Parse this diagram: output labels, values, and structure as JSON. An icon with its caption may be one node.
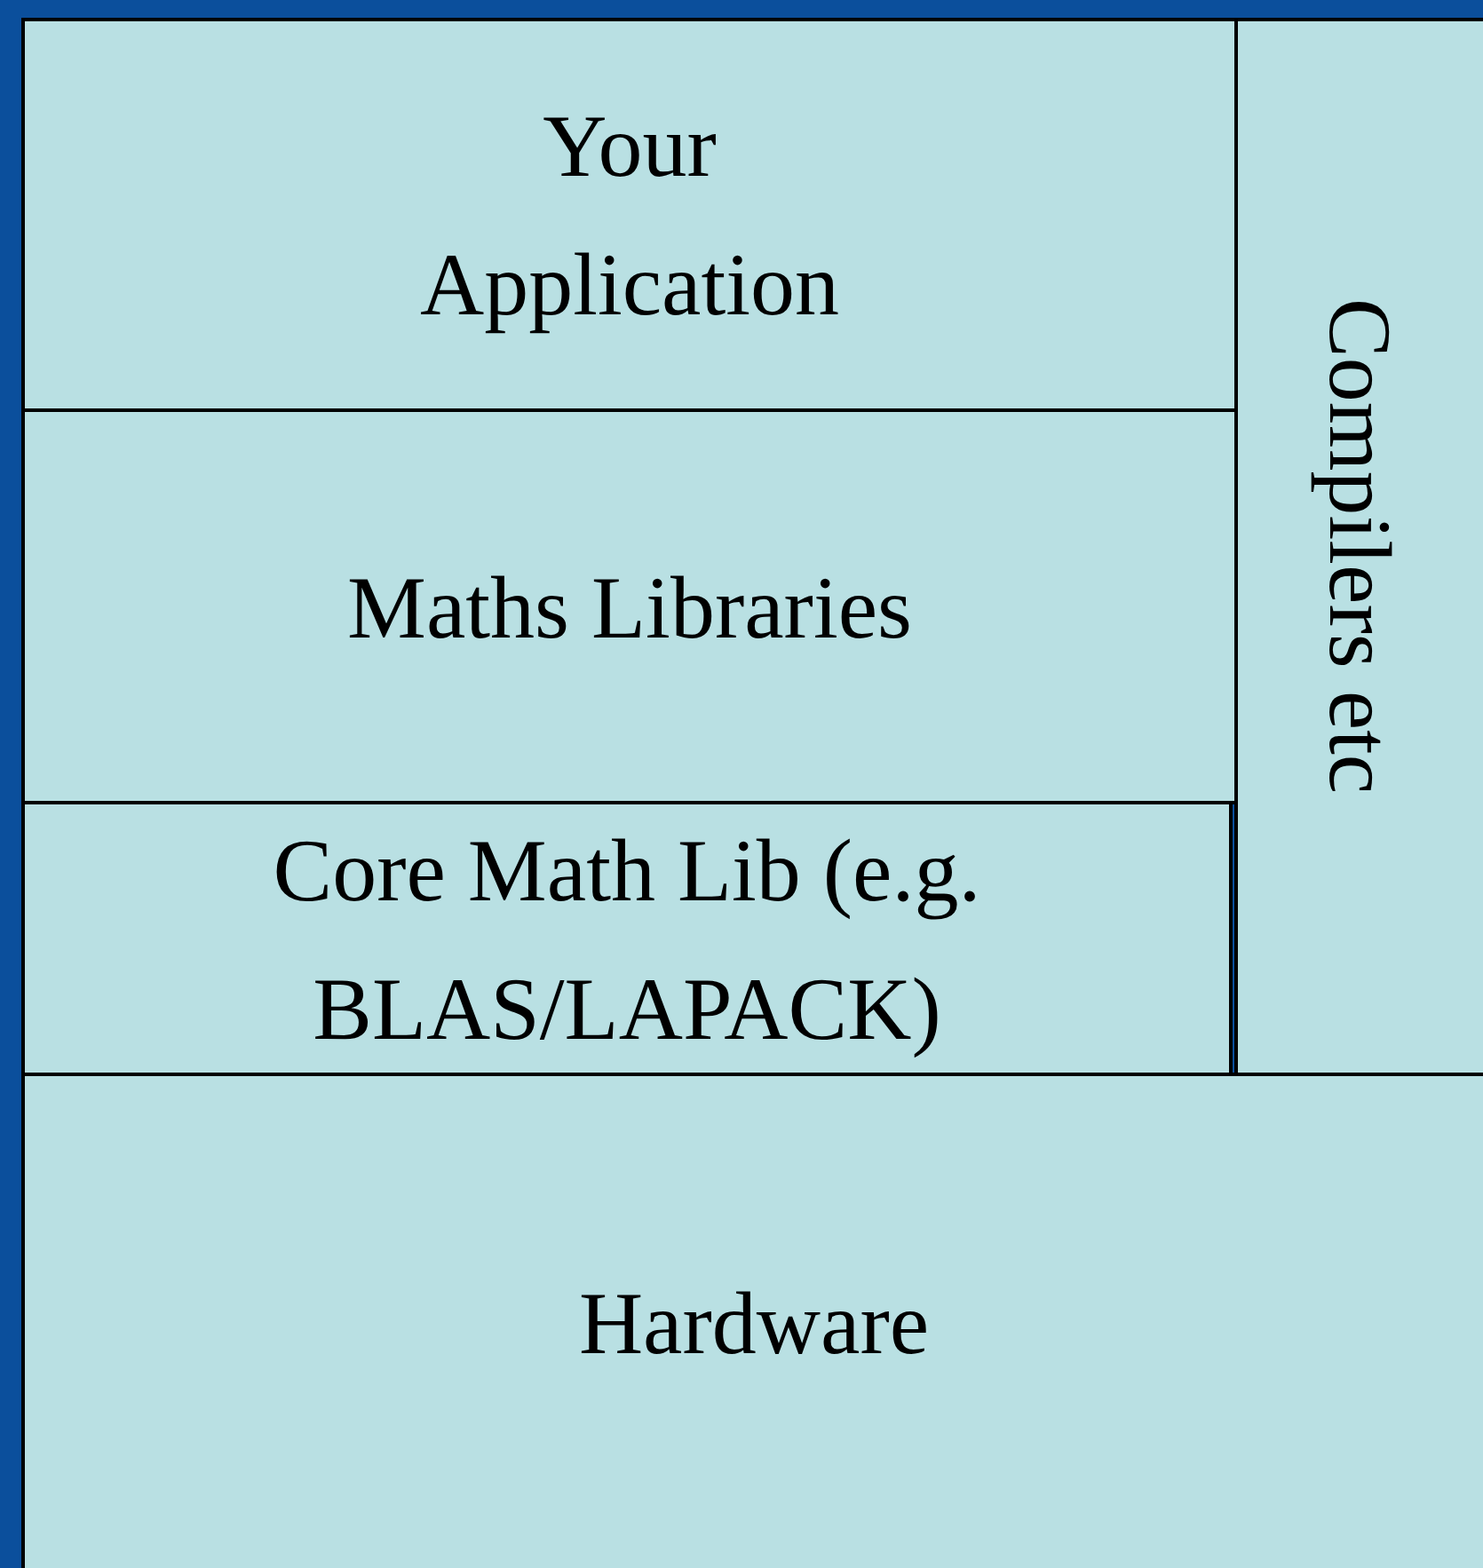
{
  "diagram": {
    "nodes": [
      {
        "text": [
          "Your Application"
        ]
      },
      {
        "text": [
          "Maths Libraries"
        ]
      },
      {
        "text": [
          "Core Math Lib (e.g. BLAS/LAPACK)"
        ]
      },
      {
        "text": [
          "Compilers etc"
        ]
      },
      {
        "text": [
          "Hardware"
        ]
      }
    ]
  }
}
